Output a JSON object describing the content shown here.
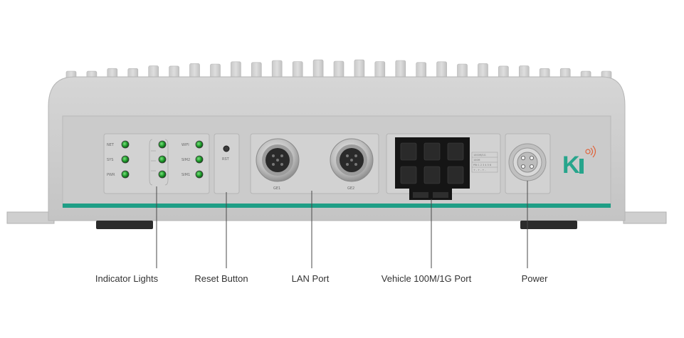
{
  "device": {
    "led_panel": {
      "left_labels": [
        "NET",
        "SYS",
        "PWR"
      ],
      "right_labels": [
        "WIFI",
        "SIM2",
        "SIM1"
      ],
      "led_color": "#1e9a2a"
    },
    "reset_label": "RST",
    "lan_ports": [
      "GE1",
      "GE2"
    ],
    "vehicle_port_legend": [
      "1000M/1G",
      "100M",
      "PIN 1 2 3 4 5 6",
      "+ - + - + -"
    ],
    "logo_text": "K",
    "accent_strip_color": "#1f9e86",
    "logo_color": "#27a58c"
  },
  "callouts": {
    "indicator_lights": "Indicator Lights",
    "reset_button": "Reset Button",
    "lan_port": "LAN Port",
    "vehicle_port": "Vehicle 100M/1G Port",
    "power": "Power"
  }
}
